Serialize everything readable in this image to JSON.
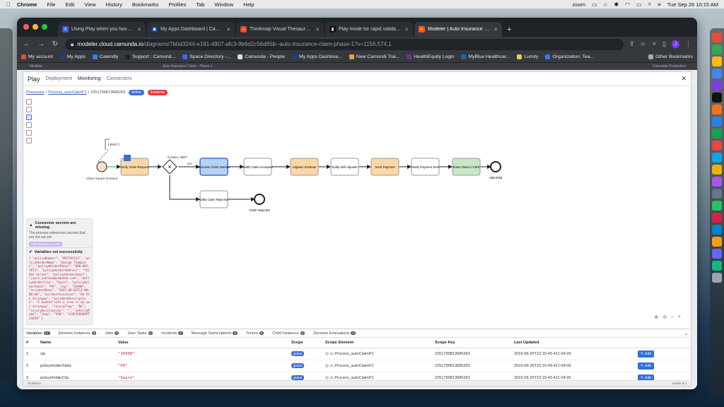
{
  "menubar": {
    "apple": "",
    "items": [
      "Chrome",
      "File",
      "Edit",
      "View",
      "History",
      "Bookmarks",
      "Profiles",
      "Tab",
      "Window",
      "Help"
    ],
    "right_app": "zoom",
    "datetime": "Tue Sep 26  10:15 AM"
  },
  "browser": {
    "tabs": [
      {
        "label": "Using Play when you have co...",
        "color": "#3367d6",
        "glyph": "≡"
      },
      {
        "label": "My Apps Dashboard | Camund...",
        "color": "#1a3d8f",
        "glyph": "◉"
      },
      {
        "label": "Thinkmap Visual Thesaurus - ...",
        "color": "#e04a2f",
        "glyph": "☼"
      },
      {
        "label": "Play mode for rapid validation...",
        "color": "#111111",
        "glyph": "▮"
      },
      {
        "label": "Modeler | Auto Insurance Clai...",
        "color": "#fc5d0d",
        "glyph": "◐"
      }
    ],
    "new_tab": "+",
    "url_host": "modeler.cloud.camunda.io",
    "url_path": "/diagrams/7b0d3244-e191-4907-afc3-9b6d2c56d65b--auto-insurance-claim-phase-1?v=1156,574,1",
    "avatar": "J",
    "bookmarks": [
      {
        "label": "My account",
        "color": "#e74c3c"
      },
      {
        "label": "My Apps",
        "color": "#1a3d8f"
      },
      {
        "label": "Calendly",
        "color": "#2f80ed"
      },
      {
        "label": "Support : Camund...",
        "color": "#222222"
      },
      {
        "label": "Space Directory -...",
        "color": "#2f6fe0"
      },
      {
        "label": "Camunda - People",
        "color": "#dddddd"
      },
      {
        "label": "My Apps Dashboa...",
        "color": "#1a3d8f"
      },
      {
        "label": "New Camundi Trai...",
        "color": "#e6a23c"
      },
      {
        "label": "HealthEquity Login",
        "color": "#7b2d8b"
      },
      {
        "label": "MyBlue Healthcar...",
        "color": "#1f5fbf"
      },
      {
        "label": "Lumity",
        "color": "#f2c94c"
      },
      {
        "label": "Organization: Tea...",
        "color": "#2f80ed"
      }
    ],
    "other_bookmarks": "Other Bookmarks"
  },
  "app": {
    "header_left": "Modeler",
    "header_center": "Auto Insurance Claim - Phase 1",
    "header_right": "Camunda Production",
    "play_title": "Play",
    "nav": [
      "Deployment",
      "Monitoring",
      "Connectors"
    ],
    "breadcrumb_processes": "Processes",
    "breadcrumb_process": "Process_autoClaimP1",
    "breadcrumb_instance": "2251799813685263",
    "badge_active": "Active",
    "badge_incidents": "Incidents"
  },
  "diagram": {
    "annotation": "Level 1",
    "start_label": "Claim request received",
    "gateway_label": "Is policy valid?",
    "flow_yes": "yes",
    "tasks": {
      "verify": "Verify Claim Request",
      "generate": "Generate Claim Number",
      "notify_accepted": "Notify Claim Accepted",
      "adjuster_estimate": "Adjuster Estimate",
      "notify_adjuster": "Notify with Adjuster",
      "send_payment": "Send Payment",
      "notify_payment": "Notify Payment Sent",
      "enter_cms": "Enter Claim in CMS",
      "notify_rejection": "Notify Claim Rejection"
    },
    "end_paid": "claimPaid",
    "end_rejected": "Claim Rejected"
  },
  "notices": {
    "secrets_title": "Connector secrets are missing",
    "secrets_body": "The process references secrets that are not set yet.",
    "secrets_button": "Add missing secrets",
    "vars_title": "Variables set successfully",
    "vars_json": "{ \"policyNumber\": \"PR7782112\", \"policyHolderName\": \"George Thompson\", \"policyHolderPhone\": \"000-002-7073\", \"policyHolderAddress\": \"741 8th Street\", \"policyHolderEmail\": \"joyce.johnson@camunda.com\", \"policyHolderCity\": \"Sayre\", \"policyHolderState\": \"PA\", \"zip\": \"16990\", \"accidentDate\": \"2023-09-05T12:00:00:00\", \"accidentLocation\": \"On the driveway\", \"accidentDescription\": \"I backed into a tree in my own driveway\", \"injuryFlag\": \"No\", \"injuryDescription\": \"\", \"vehicleMake\": \"Jeep\", \"VIN\": \"1J4FX58S89PT23420\" }"
  },
  "zoom_controls": [
    "⊕",
    "⟲",
    "–",
    "+"
  ],
  "bottom_panel": {
    "tabs": [
      {
        "label": "Variables",
        "count": "14"
      },
      {
        "label": "Element Instances",
        "count": "6"
      },
      {
        "label": "Jobs",
        "count": "0"
      },
      {
        "label": "User Tasks",
        "count": "0"
      },
      {
        "label": "Incidents",
        "count": "0"
      },
      {
        "label": "Message Subscriptions",
        "count": "0"
      },
      {
        "label": "Timers",
        "count": "0"
      },
      {
        "label": "Child Instances",
        "count": "0"
      },
      {
        "label": "Decision Evaluations",
        "count": "0"
      }
    ],
    "columns": [
      "#",
      "Name",
      "Value",
      "Scope",
      "Scope Element",
      "Scope Key",
      "Last Updated",
      ""
    ],
    "rows": [
      {
        "n": "1",
        "name": "zip",
        "value": "\"16990\"",
        "scope": "global",
        "element": "Process_autoClaimP1",
        "key": "2251799813685263",
        "updated": "2023-09-26T10:15:49.421-04:00",
        "action": "Edit"
      },
      {
        "n": "2",
        "name": "policyHolderState",
        "value": "\"PA\"",
        "scope": "global",
        "element": "Process_autoClaimP1",
        "key": "2251799813685263",
        "updated": "2023-09-26T10:15:49.421-04:00",
        "action": "Edit"
      },
      {
        "n": "3",
        "name": "policyHolderCity",
        "value": "\"Sayre\"",
        "scope": "global",
        "element": "Process_autoClaimP1",
        "key": "2251799813685263",
        "updated": "2023-09-26T10:15:49.421-04:00",
        "action": "Edit"
      }
    ],
    "footer_left": "Problems",
    "footer_right": "Zeebe 8.3"
  }
}
